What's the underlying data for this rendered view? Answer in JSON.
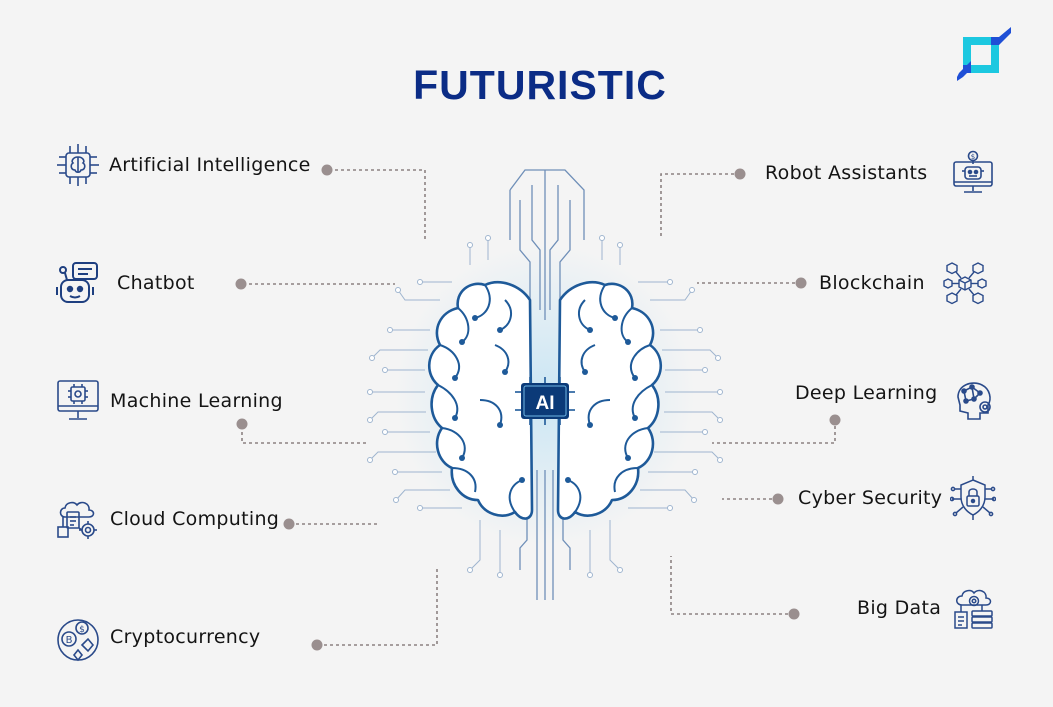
{
  "title": "FUTURISTIC",
  "brain_badge": "AI",
  "colors": {
    "title": "#0b2c86",
    "logo_blue": "#1f4fd6",
    "logo_cyan": "#1cc8e0",
    "circuit": "#2f5d9a",
    "dot": "#9a8f8f"
  },
  "left_items": [
    {
      "label": "Artificial Intelligence",
      "icon": "ai-chip-brain-icon"
    },
    {
      "label": "Chatbot",
      "icon": "chatbot-icon"
    },
    {
      "label": "Machine Learning",
      "icon": "monitor-chip-icon"
    },
    {
      "label": "Cloud Computing",
      "icon": "cloud-computing-icon"
    },
    {
      "label": "Cryptocurrency",
      "icon": "crypto-coins-icon"
    }
  ],
  "right_items": [
    {
      "label": "Robot Assistants",
      "icon": "robot-monitor-icon"
    },
    {
      "label": "Blockchain",
      "icon": "blockchain-cubes-icon"
    },
    {
      "label": "Deep Learning",
      "icon": "head-gear-network-icon"
    },
    {
      "label": "Cyber Security",
      "icon": "shield-lock-circuit-icon"
    },
    {
      "label": "Big Data",
      "icon": "big-data-server-icon"
    }
  ]
}
